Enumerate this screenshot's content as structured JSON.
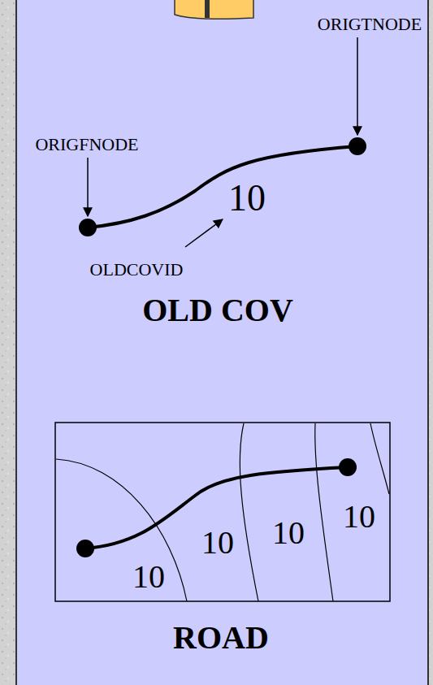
{
  "diagram": {
    "labels": [
      "ORIGTNODE",
      "ORIGFNODE",
      "10",
      "OLDCOVID",
      "OLD COV",
      "10",
      "10",
      "10",
      "10",
      "ROAD"
    ]
  }
}
